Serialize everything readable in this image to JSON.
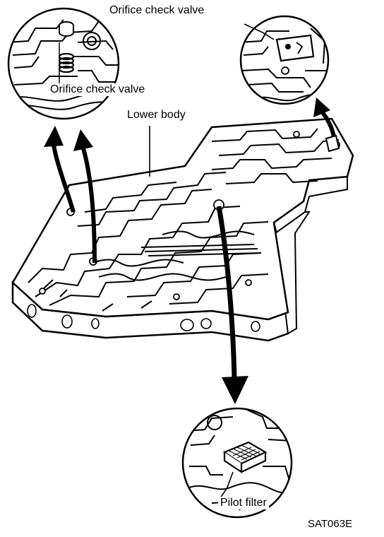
{
  "labels": {
    "orifice_check_valve_top": "Orifice check valve",
    "orifice_check_valve_left": "Orifice check valve",
    "lower_body": "Lower body",
    "pilot_filter": "Pilot filter",
    "figure_code": "SAT063E"
  },
  "colors": {
    "ink": "#000000",
    "paper": "#ffffff"
  }
}
